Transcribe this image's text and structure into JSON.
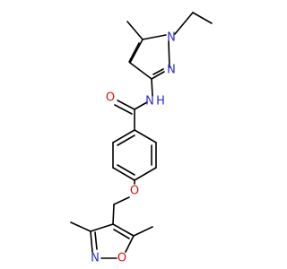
{
  "molecule": {
    "atoms": {
      "pyrazole_n1": {
        "label": "N",
        "element": "N"
      },
      "pyrazole_n2": {
        "label": "N",
        "element": "N"
      },
      "amide_n": {
        "label": "N",
        "element": "N"
      },
      "amide_h": {
        "label": "H",
        "element": "H"
      },
      "carbonyl_o": {
        "label": "O",
        "element": "O"
      },
      "ether_o": {
        "label": "O",
        "element": "O"
      },
      "isoxazole_n": {
        "label": "N",
        "element": "N"
      },
      "isoxazole_o": {
        "label": "O",
        "element": "O"
      }
    },
    "colors": {
      "carbon_bond": "#000000",
      "nitrogen": "#2b2bd4",
      "oxygen": "#e01010",
      "background": "#ffffff"
    }
  }
}
